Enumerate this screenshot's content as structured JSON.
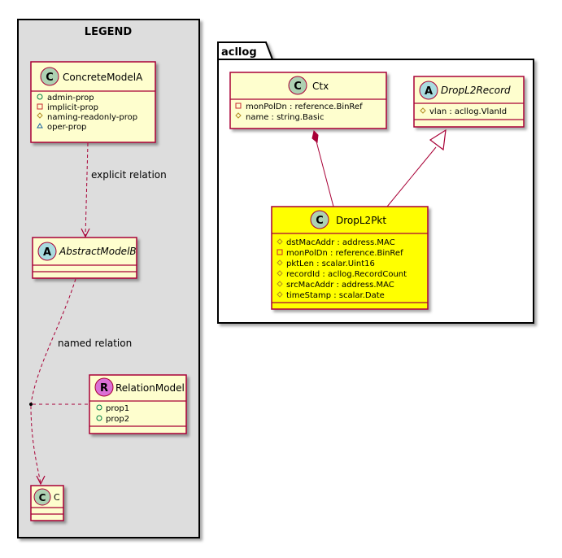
{
  "legend": {
    "title": "LEGEND",
    "concrete_model": {
      "stereotype": "C",
      "name": "ConcreteModelA",
      "props": [
        {
          "vis": "+",
          "text": "admin-prop"
        },
        {
          "vis": "-",
          "text": "implicit-prop"
        },
        {
          "vis": "#",
          "text": "naming-readonly-prop"
        },
        {
          "vis": "~",
          "text": "oper-prop"
        }
      ]
    },
    "explicit_relation_label": "explicit relation",
    "abstract_model": {
      "stereotype": "A",
      "name": "AbstractModelB"
    },
    "named_relation_label": "named relation",
    "relation_model": {
      "stereotype": "R",
      "name": "RelationModel",
      "props": [
        {
          "vis": "+",
          "text": "prop1"
        },
        {
          "vis": "+",
          "text": "prop2"
        }
      ]
    },
    "c_model": {
      "stereotype": "C",
      "name": "C"
    }
  },
  "package": {
    "name": "acllog",
    "ctx": {
      "stereotype": "C",
      "name": "Ctx",
      "props": [
        {
          "vis": "-",
          "text": "monPolDn : reference.BinRef"
        },
        {
          "vis": "#",
          "text": "name : string.Basic"
        }
      ]
    },
    "drop_l2_record": {
      "stereotype": "A",
      "name": "DropL2Record",
      "props": [
        {
          "vis": "#",
          "text": "vlan : acllog.VlanId"
        }
      ]
    },
    "drop_l2_pkt": {
      "stereotype": "C",
      "name": "DropL2Pkt",
      "props": [
        {
          "vis": "#",
          "text": "dstMacAddr : address.MAC"
        },
        {
          "vis": "-",
          "text": "monPolDn : reference.BinRef"
        },
        {
          "vis": "#",
          "text": "pktLen : scalar.Uint16"
        },
        {
          "vis": "#",
          "text": "recordId : acllog.RecordCount"
        },
        {
          "vis": "#",
          "text": "srcMacAddr : address.MAC"
        },
        {
          "vis": "#",
          "text": "timeStamp : scalar.Date"
        }
      ]
    }
  },
  "colors": {
    "class_fill": "#FEFECE",
    "class_border": "#A80036",
    "highlight_fill": "#FFFF00",
    "legend_bg": "#DDDDDD",
    "class_circle": "#ADD1B2",
    "abstract_circle": "#A9DCDF",
    "relation_circle": "#DA70D6"
  }
}
